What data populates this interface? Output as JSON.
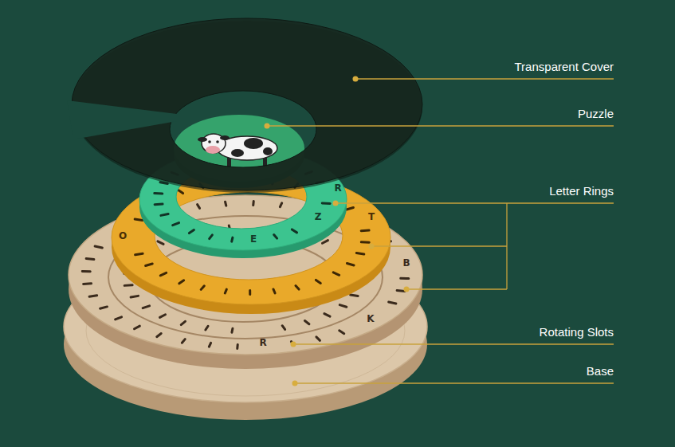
{
  "diagram": {
    "labels": [
      "Transparent Cover",
      "Puzzle",
      "Letter Rings",
      "Rotating Slots",
      "Base",
      "R",
      "Z",
      "E",
      "T",
      "O",
      "B",
      "K",
      "R"
    ]
  }
}
